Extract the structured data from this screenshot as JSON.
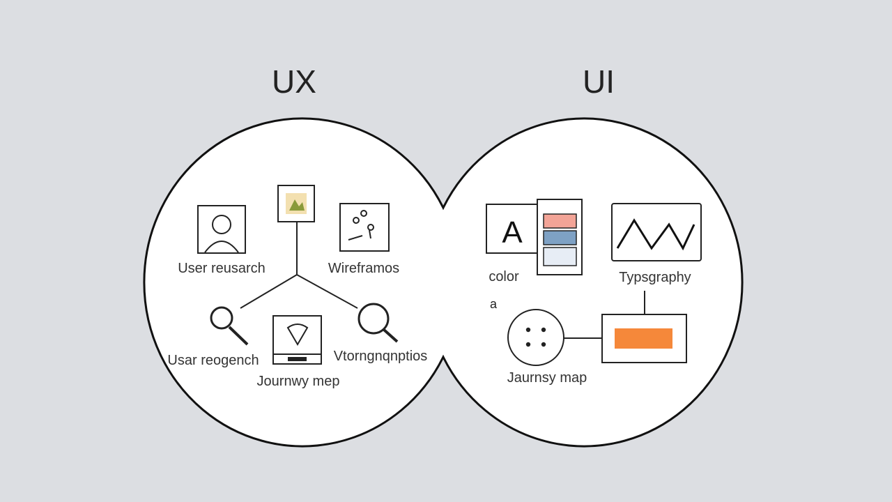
{
  "headings": {
    "ux": "UX",
    "ui": "UI"
  },
  "ux": {
    "user_research_top": "User reusarch",
    "wireframes": "Wireframos",
    "user_research_bottom": "Usar reogench",
    "journey_map": "Journwy mep",
    "infographics": "Vtorngnqnptios"
  },
  "ui": {
    "color": "color",
    "typography": "Typsgraphy",
    "stray_mark": "a",
    "journey_map": "Jaurnsy map",
    "swatch_top_color": "#f3a497",
    "swatch_mid_color": "#7ea1c4",
    "swatch_bottom_color": "#e7edf5",
    "accent_bar_color": "#f5883a"
  },
  "icons": {
    "user": "user-icon",
    "image": "image-icon",
    "sketch": "sketch-icon",
    "magnifier_left": "magnifier-icon",
    "device": "device-icon",
    "magnifier_right": "magnifier-icon",
    "letter_a": "letter-a-icon",
    "palette": "color-palette-icon",
    "wave": "waveform-icon",
    "dots": "dots-circle-icon",
    "orange_bar": "orange-bar-icon"
  }
}
